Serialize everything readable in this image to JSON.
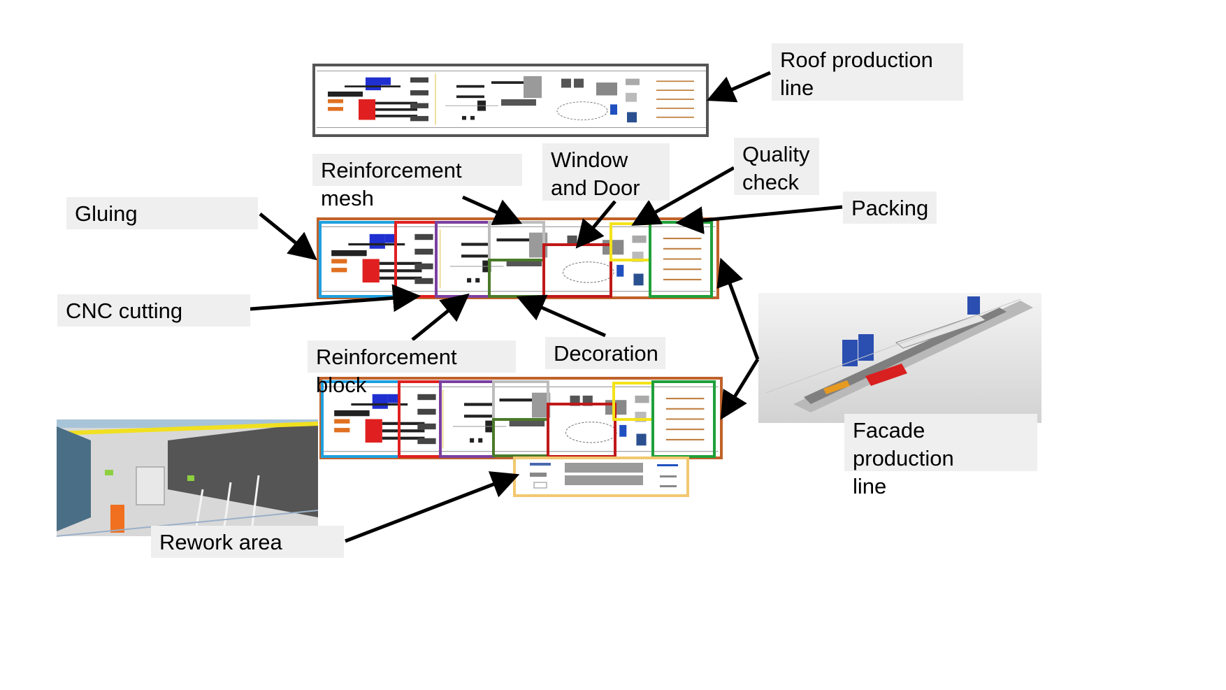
{
  "labels": {
    "roof_line": [
      "Roof production",
      "line"
    ],
    "reinforcement_mesh": "Reinforcement mesh",
    "window_door": [
      "Window",
      "and Door"
    ],
    "quality_check": [
      "Quality",
      "check"
    ],
    "packing": "Packing",
    "gluing": "Gluing",
    "cnc_cutting": "CNC cutting",
    "reinforcement_block": "Reinforcement block",
    "decoration": "Decoration",
    "facade_line": [
      "Facade production",
      "line"
    ],
    "rework_area": "Rework area"
  },
  "colors": {
    "line_frame": "#c0622a",
    "roof_frame": "#555555",
    "cnc": "#1ea0e0",
    "gluing_zone": "#e02020",
    "reinforcement_block": "#7b3fa0",
    "reinforcement_mesh": "#bdbdbd",
    "decoration": "#4a7a2a",
    "window_door": "#c01818",
    "quality_check": "#f4e21a",
    "packing": "#1fa03a",
    "rework": "#f2c870",
    "label_bg": "#efefef"
  }
}
